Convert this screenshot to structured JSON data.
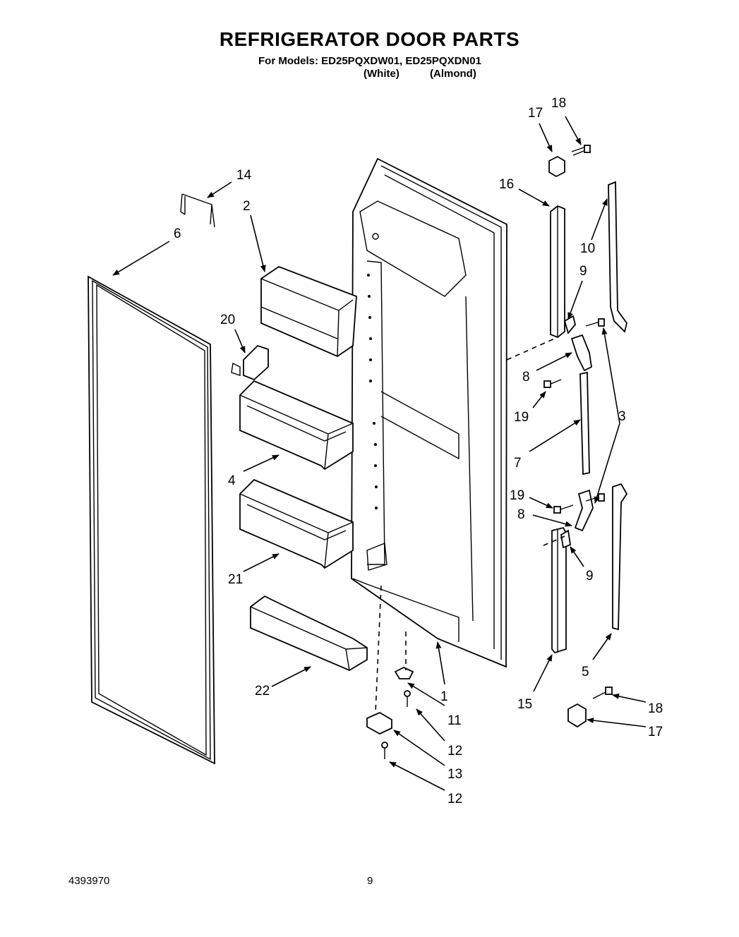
{
  "header": {
    "title": "REFRIGERATOR DOOR PARTS",
    "models_line": "For Models: ED25PQXDW01, ED25PQXDN01",
    "variant_white": "(White)",
    "variant_almond": "(Almond)"
  },
  "callouts": {
    "c1": "1",
    "c2": "2",
    "c3": "3",
    "c4": "4",
    "c5": "5",
    "c6": "6",
    "c7": "7",
    "c8a": "8",
    "c8b": "8",
    "c9a": "9",
    "c9b": "9",
    "c10": "10",
    "c11": "11",
    "c12a": "12",
    "c12b": "12",
    "c13": "13",
    "c14": "14",
    "c15": "15",
    "c16": "16",
    "c17a": "17",
    "c17b": "17",
    "c18a": "18",
    "c18b": "18",
    "c19a": "19",
    "c19b": "19",
    "c20": "20",
    "c21": "21",
    "c22": "22"
  },
  "footer": {
    "doc_number": "4393970",
    "page_number": "9"
  }
}
